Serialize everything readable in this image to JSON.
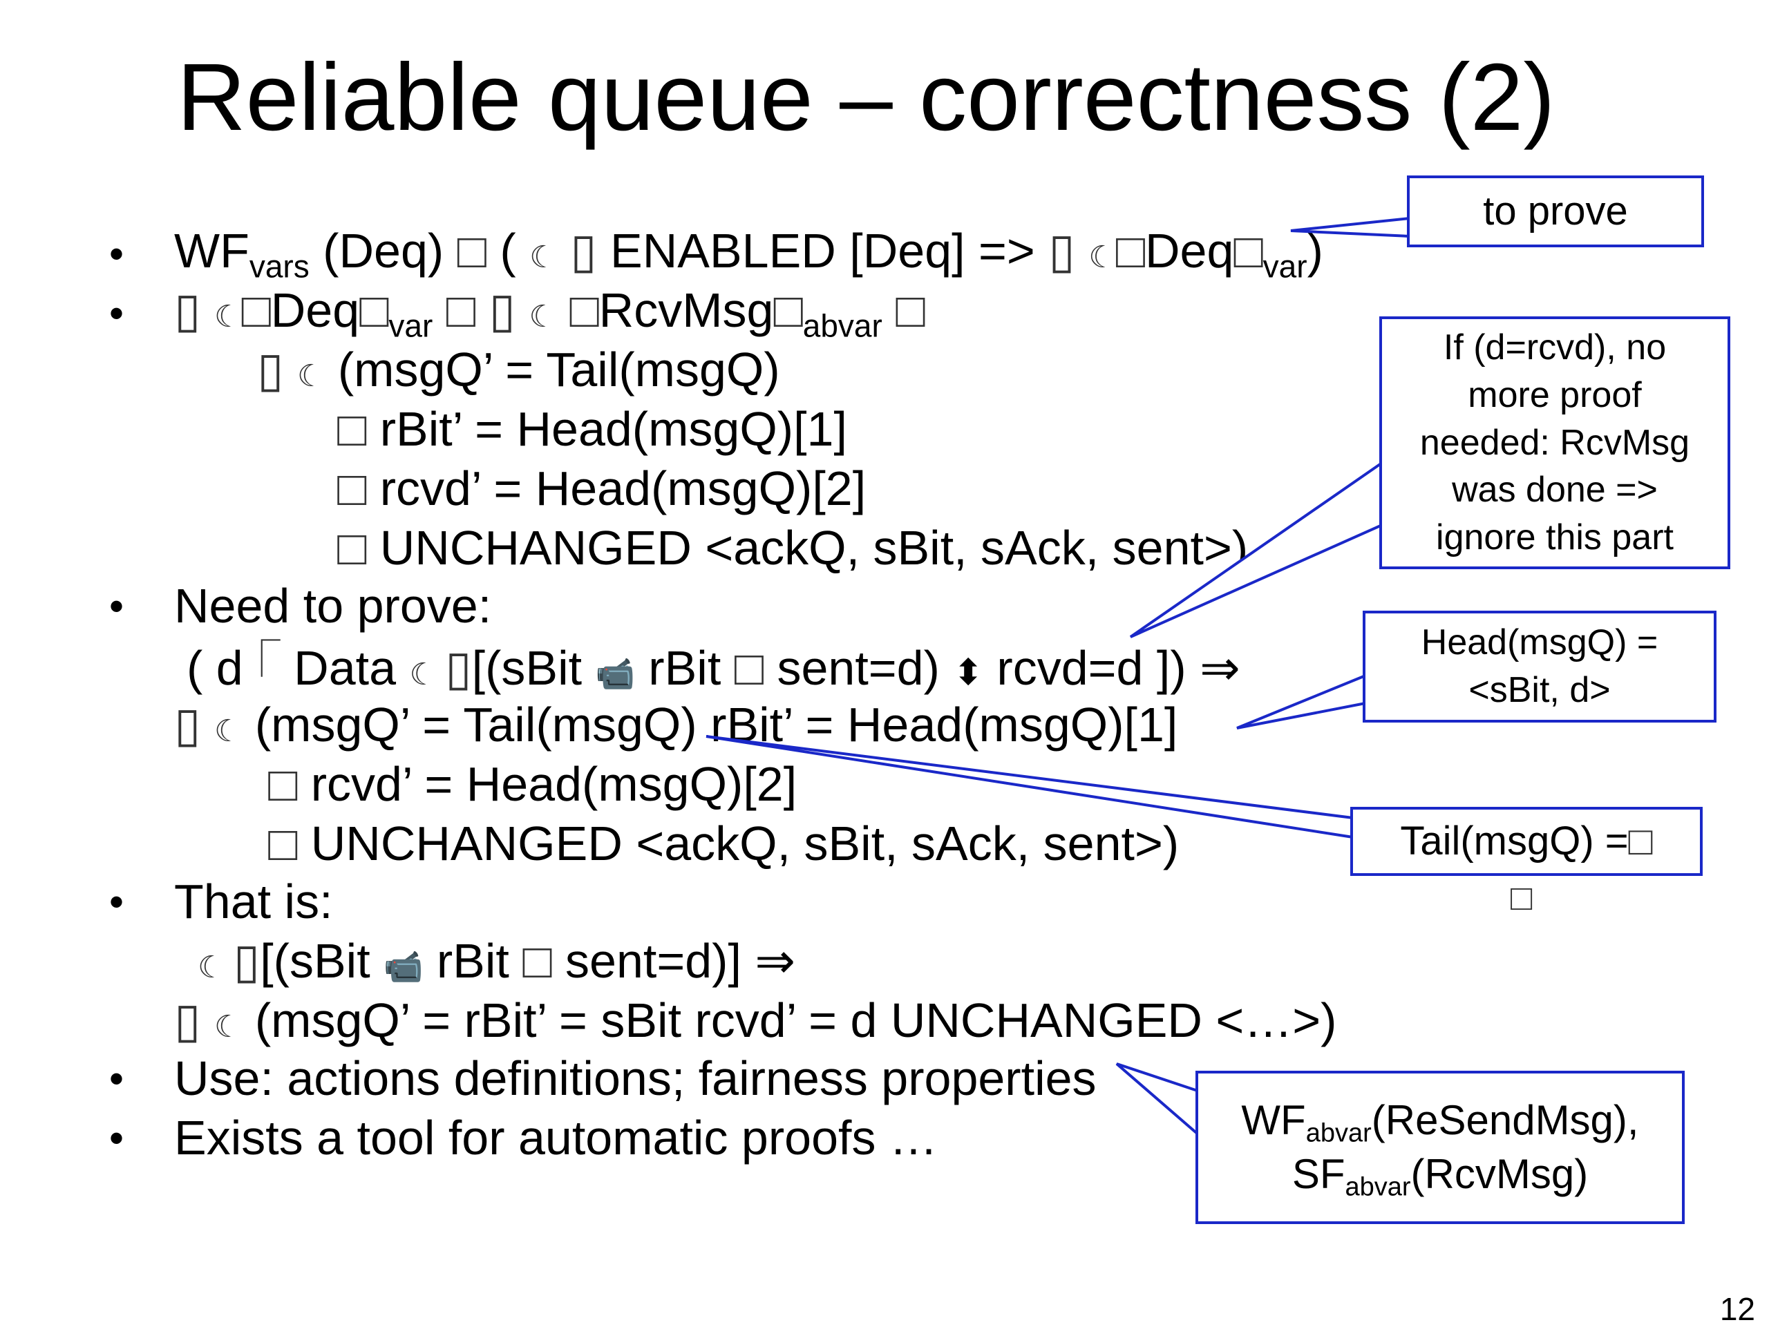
{
  "slide": {
    "title": "Reliable queue – correctness (2)",
    "page_number": "12",
    "bullet_char": "•",
    "lines": {
      "l1": {
        "a": "WF",
        "sub": "vars",
        "b": " (Deq) ",
        "c": " ( ",
        "d": " ENABLED [Deq] => ",
        "e": " ",
        "f": "Deq",
        "sub2": "var",
        "g": ")"
      },
      "l2": {
        "a": " ",
        "b": "Deq",
        "sub": "var",
        "c": " ",
        "d": "RcvMsg",
        "sub2": "abvar",
        "e": " "
      },
      "l3": "(msgQ’ = Tail(msgQ)",
      "l4": " rBit’ = Head(msgQ)[1]",
      "l5": " rcvd’ = Head(msgQ)[2]",
      "l6": " UNCHANGED <ackQ, sBit, sAck, sent>)",
      "l7": "Need to prove:",
      "l8": {
        "a": "( d",
        "b": " Data ",
        "c": "[(sBit ",
        "d": " rBit ",
        "e": " sent=d) ",
        "f": " rcvd=d ]) ⇒"
      },
      "l9": "(msgQ’ = Tail(msgQ)  rBit’ = Head(msgQ)[1]",
      "l10": " rcvd’ = Head(msgQ)[2]",
      "l11": " UNCHANGED <ackQ, sBit, sAck, sent>)",
      "l12": "That is:",
      "l13": {
        "a": "[(sBit ",
        "b": " rBit ",
        "c": " sent=d)] ⇒"
      },
      "l14": "(msgQ’ =    rBit’ = sBit  rcvd’ = d  UNCHANGED <…>)",
      "l15": "Use: actions definitions; fairness properties",
      "l16": "Exists a tool for automatic proofs …"
    }
  },
  "callouts": {
    "to_prove": "to prove",
    "rcvd_note": [
      "If (d=rcvd), no",
      "more proof",
      "needed: RcvMsg",
      "was done =>",
      "ignore this part"
    ],
    "head_note": [
      "Head(msgQ) =",
      "<sBit, d>"
    ],
    "tail_note": {
      "text": "Tail(msgQ) = ",
      "extra": ""
    },
    "fairness_note": {
      "wf": "WF",
      "wf_sub": "abvar",
      "wf_arg": "(ReSendMsg),",
      "sf": "SF",
      "sf_sub": "abvar",
      "sf_arg": "(RcvMsg)"
    }
  },
  "colors": {
    "callout_border": "#1a28c8",
    "text": "#000000"
  },
  "icons": [
    "box-glyph-icon",
    "crescent-icon",
    "camera-icon",
    "up-down-arrow-icon",
    "corner-bracket-icon"
  ]
}
